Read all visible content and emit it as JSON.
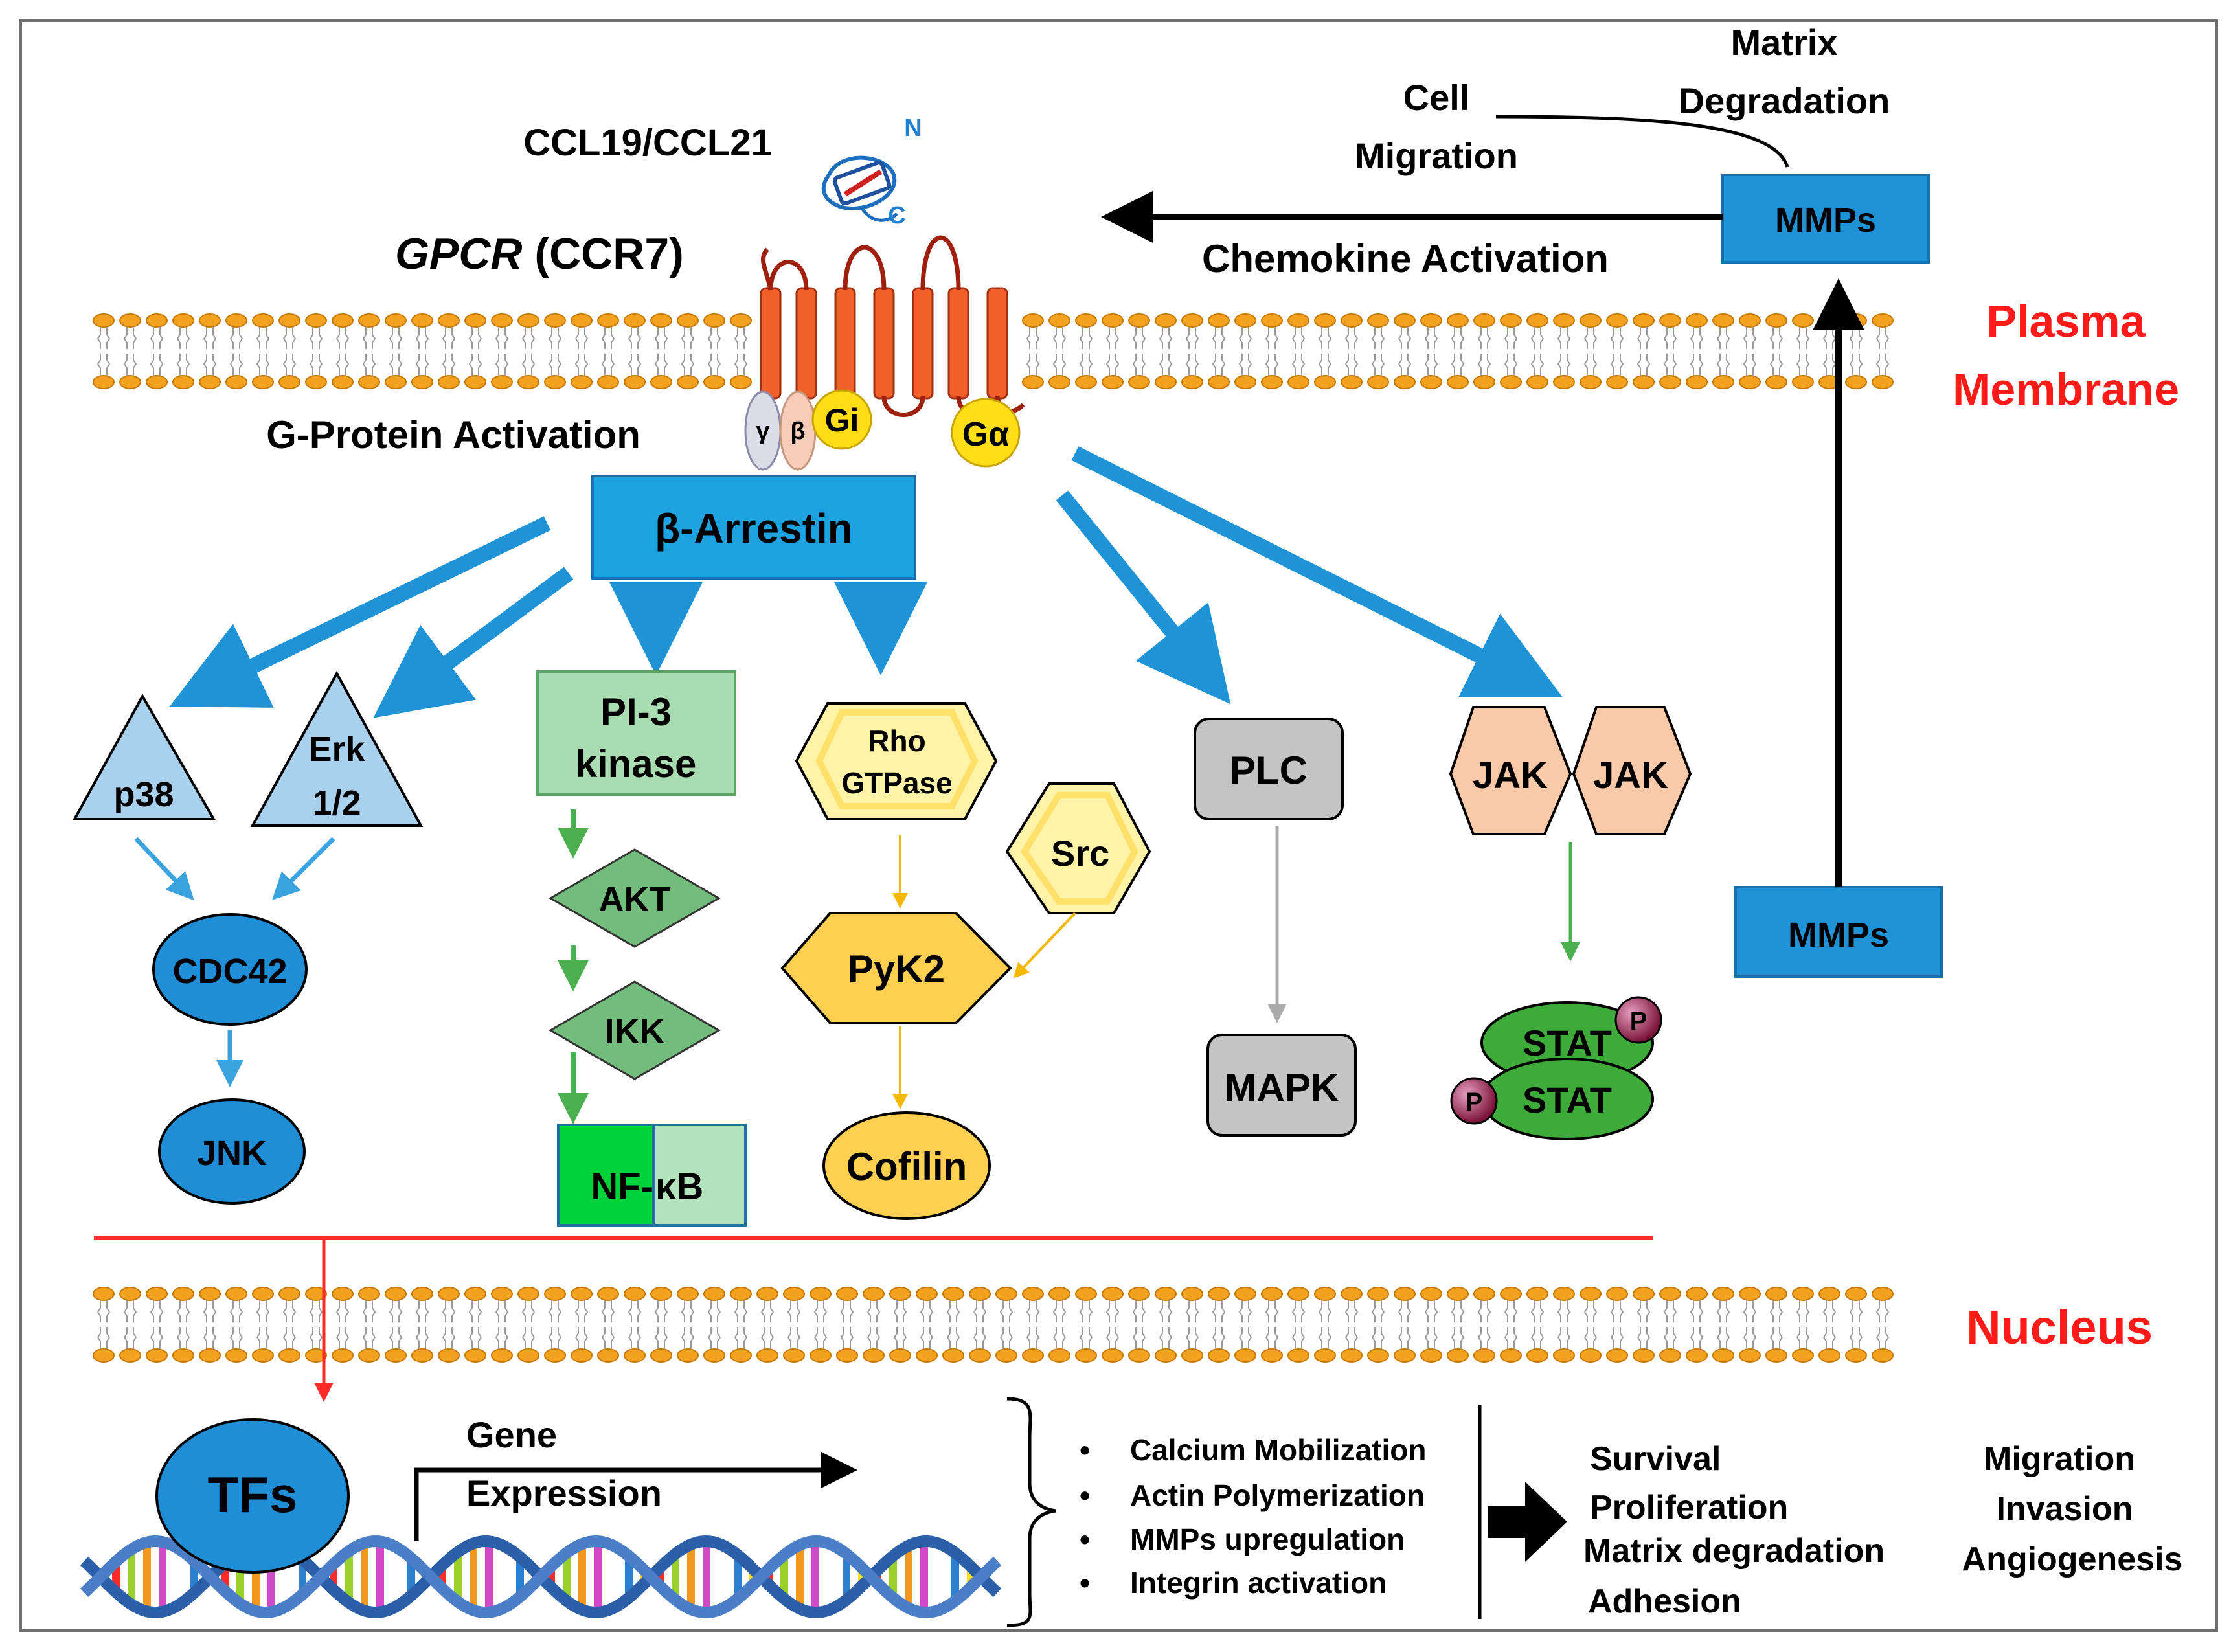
{
  "ligand": {
    "label": "CCL19/CCL21",
    "n_term": "N",
    "c_term": "C"
  },
  "receptor": {
    "italic": "GPCR",
    "name": " (CCR7)"
  },
  "g_protein": {
    "label": "G-Protein Activation",
    "gamma": "γ",
    "beta": "β",
    "gi": "Gi",
    "galpha": "Gα"
  },
  "outputs_top": {
    "cell_migration_1": "Cell",
    "cell_migration_2": "Migration",
    "matrix_1": "Matrix",
    "matrix_2": "Degradation",
    "chemokine_activation": "Chemokine Activation"
  },
  "compartments": {
    "plasma_1": "Plasma",
    "plasma_2": "Membrane",
    "nucleus": "Nucleus"
  },
  "nodes": {
    "mmps_top": "MMPs",
    "mmps_bottom": "MMPs",
    "beta_arrestin": "β-Arrestin",
    "p38": "p38",
    "erk_1": "Erk",
    "erk_2": "1/2",
    "cdc42": "CDC42",
    "jnk": "JNK",
    "pi3_1": "PI-3",
    "pi3_2": "kinase",
    "akt": "AKT",
    "ikk": "IKK",
    "nfkb_1": "NF-",
    "nfkb_2": "κB",
    "rho_1": "Rho",
    "rho_2": "GTPase",
    "src": "Src",
    "pyk2": "PyK2",
    "cofilin": "Cofilin",
    "plc": "PLC",
    "mapk": "MAPK",
    "jak_a": "JAK",
    "jak_b": "JAK",
    "stat_a": "STAT",
    "stat_b": "STAT",
    "phospho": "P",
    "tfs": "TFs"
  },
  "gene_expression": {
    "line1": "Gene",
    "line2": "Expression"
  },
  "effects": [
    "Calcium Mobilization",
    "Actin  Polymerization",
    "MMPs upregulation",
    "Integrin  activation"
  ],
  "outcomes_col1": [
    "Survival",
    "Proliferation",
    "Matrix degradation",
    "Adhesion"
  ],
  "outcomes_col2": [
    "Migration",
    "Invasion",
    "Angiogenesis"
  ],
  "colors": {
    "blue": "#1f93d6",
    "light_blue": "#a9d1ee",
    "green_light": "#a9dcb0",
    "green": "#72bd7c",
    "yellow": "#ffd45a",
    "peach": "#f9c9a8",
    "grey": "#c4c4c4",
    "red": "#ff2a2a",
    "stat_green": "#3daa3a",
    "membrane_orange": "#f0a020",
    "receptor": "#f2602a"
  }
}
